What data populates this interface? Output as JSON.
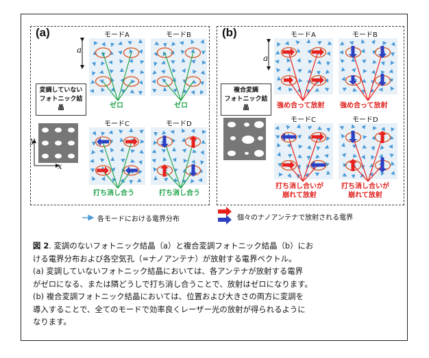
{
  "panel_a": {
    "label": "(a)",
    "box_label_line1": "変調していない",
    "box_label_line2": "フォトニック結晶",
    "modes": [
      "モードA",
      "モードB",
      "モードC",
      "モードD"
    ],
    "callout_zero": "ゼロ",
    "callout_cancel": "打ち消し合う",
    "lattice_label": "a",
    "axis_y": "y",
    "axis_x": "x"
  },
  "panel_b": {
    "label": "(b)",
    "box_label_line1": "複合変調",
    "box_label_line2": "フォトニック結晶",
    "modes": [
      "モードA",
      "モードB",
      "モードC",
      "モードD"
    ],
    "callout_strong": "強め合って放射",
    "callout_broken_line1": "打ち消し合いが",
    "callout_broken_line2": "崩れて放射",
    "lattice_label": "a"
  },
  "legend": {
    "field_distribution": "各モードにおける電界分布",
    "antenna_field": "個々のナノアンテナで放射される電界"
  },
  "caption": {
    "head": "図 2",
    "line1_rest": ". 変調のないフォトニック結晶（a）と複合変調フォトニック結晶（b）にお",
    "line2": "ける電界分布および各空気孔（=ナノアンテナ）が放射する電界ベクトル。",
    "line3": "(a) 変調していないフォトニック結晶においては、各アンテナが放射する電界",
    "line4": "がゼロになる、または隣どうしで打ち消し合うことで、放射はゼロになります。",
    "line5": "(b) 複合変調フォトニック結晶においては、位置および大きさの両方に変調を",
    "line6": "導入することで、全てのモードで効率良くレーザー光の放射が得られるように",
    "line7": "なります。"
  },
  "colors": {
    "red_arrow": "#e8201c",
    "blue_arrow": "#2b3fc0",
    "green": "#22a34a",
    "field_arrow": "#4a9ad8",
    "ellipse": "#d9531e"
  }
}
